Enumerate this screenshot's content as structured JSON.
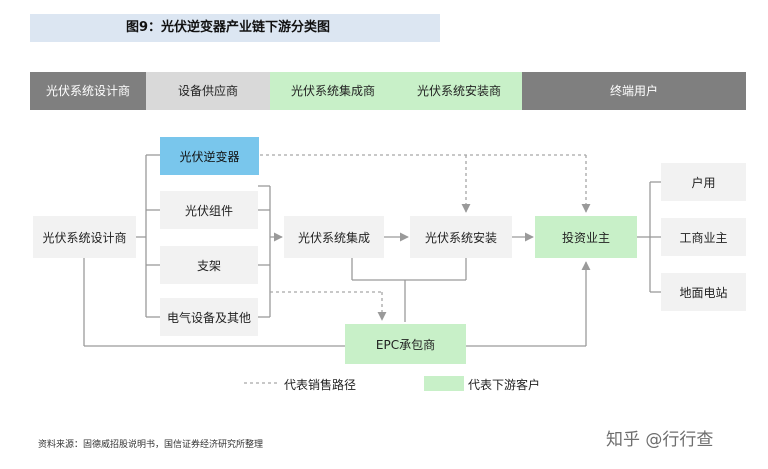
{
  "figure_title": "图9：光伏逆变器产业链下游分类图",
  "header": {
    "designer": "光伏系统设计商",
    "supplier": "设备供应商",
    "integrator": "光伏系统集成商",
    "installer": "光伏系统安装商",
    "end_user": "终端用户"
  },
  "nodes": {
    "designer": "光伏系统设计商",
    "inverter": "光伏逆变器",
    "module": "光伏组件",
    "bracket": "支架",
    "electrical": "电气设备及其他",
    "integration": "光伏系统集成",
    "installation": "光伏系统安装",
    "investor": "投资业主",
    "epc": "EPC承包商",
    "household": "户用",
    "commercial": "工商业主",
    "ground_station": "地面电站"
  },
  "legend": {
    "sales_path": "代表销售路径",
    "downstream_customer": "代表下游客户"
  },
  "source": "资料来源：固德威招股说明书，国信证券经济研究所整理",
  "watermark": "知乎 @行行查",
  "colors": {
    "header_dark": "#7f7f7f",
    "header_light": "#d9d9d9",
    "customer_green": "#c8f0c8",
    "inverter_blue": "#79c6ec",
    "node_gray": "#f2f2f2",
    "line": "#9a9a9a"
  }
}
